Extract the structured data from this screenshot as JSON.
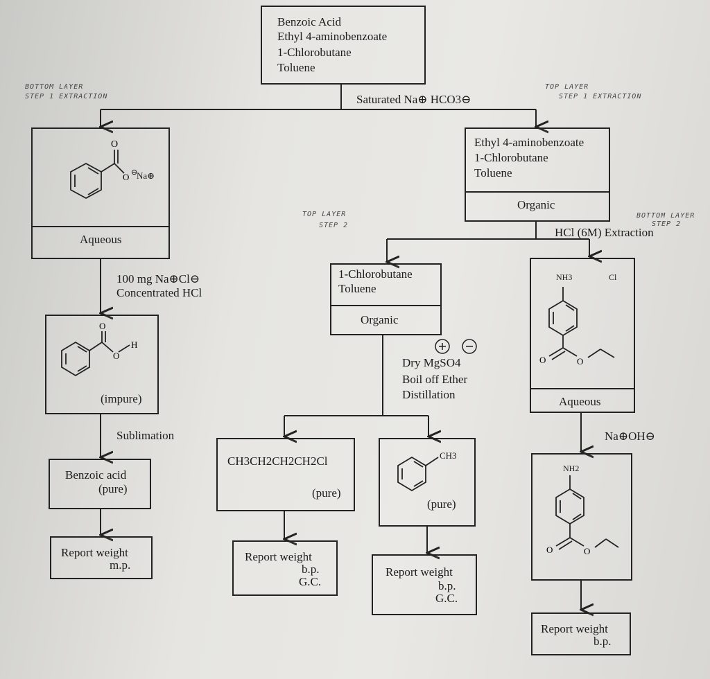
{
  "start": {
    "compounds": [
      "Benzoic Acid",
      "Ethyl 4-aminobenzoate",
      "1-Chlorobutane",
      "Toluene"
    ]
  },
  "step1": {
    "reagent": "Saturated Na⊕ HCO3⊖",
    "left_note": [
      "BOTTOM LAYER",
      "STEP 1 EXTRACTION"
    ],
    "right_note": [
      "TOP LAYER",
      "STEP 1 EXTRACTION"
    ]
  },
  "aqueous1": {
    "label": "Aqueous",
    "ion_na": "Na⊕"
  },
  "organic1": {
    "compounds": [
      "Ethyl 4-aminobenzoate",
      "1-Chlorobutane",
      "Toluene"
    ],
    "label": "Organic"
  },
  "step2": {
    "reagent": "HCl (6M) Extraction",
    "left_note": [
      "TOP LAYER",
      "STEP 2"
    ],
    "right_note": [
      "BOTTOM LAYER",
      "STEP 2"
    ]
  },
  "acidify": {
    "line1": "100 mg Na⊕Cl⊖",
    "line2": "Concentrated HCl"
  },
  "impure": {
    "label": "(impure)"
  },
  "sublimation": "Sublimation",
  "benzoic_pure": {
    "line1": "Benzoic acid",
    "line2": "(pure)"
  },
  "report_left": {
    "line1": "Report weight",
    "line2": "m.p."
  },
  "organic2": {
    "compounds": [
      "1-Chlorobutane",
      "Toluene"
    ],
    "label": "Organic"
  },
  "dry": {
    "line1": "Dry MgSO4",
    "line2": "Boil off Ether",
    "line3": "Distillation"
  },
  "chlorobutane_pure": {
    "formula": "CH3CH2CH2CH2Cl",
    "label": "(pure)"
  },
  "toluene_pure": {
    "label": "(pure)",
    "ch3": "CH3"
  },
  "report_mid1": {
    "line1": "Report weight",
    "line2": "b.p.",
    "line3": "G.C."
  },
  "report_mid2": {
    "line1": "Report weight",
    "line2": "b.p.",
    "line3": "G.C."
  },
  "aqueous2": {
    "label": "Aqueous",
    "nh3": "NH3",
    "cl": "Cl"
  },
  "naoh": "Na⊕OH⊖",
  "amine": {
    "nh2": "NH2"
  },
  "report_right": {
    "line1": "Report weight",
    "line2": "b.p."
  }
}
